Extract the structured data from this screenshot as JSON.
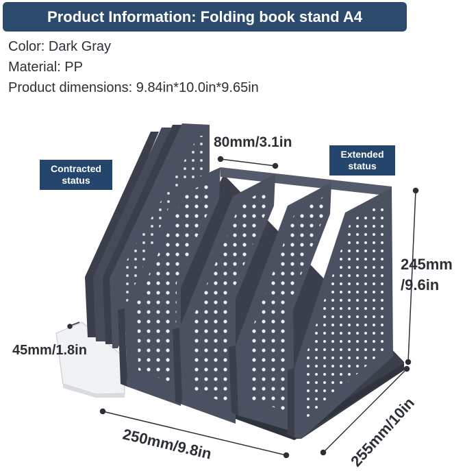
{
  "header": {
    "title": "Product Information: Folding book stand A4"
  },
  "specs": {
    "color": "Color: Dark Gray",
    "material": "Material: PP",
    "dimensions": "Product dimensions: 9.84in*10.0in*9.65in"
  },
  "labels": {
    "contracted": "Contracted status",
    "extended": "Extended status"
  },
  "measurements": {
    "slot_width": "80mm/3.1in",
    "height_mm": "245mm",
    "height_in": "/9.6in",
    "base": "45mm/1.8in",
    "width": "250mm/9.8in",
    "depth": "255mm/10in"
  },
  "colors": {
    "banner": "#2c4a6b",
    "tag": "#24466c",
    "product": "#4b5160",
    "product_dark": "#3a3f4b",
    "base": "#f1f2f4"
  }
}
